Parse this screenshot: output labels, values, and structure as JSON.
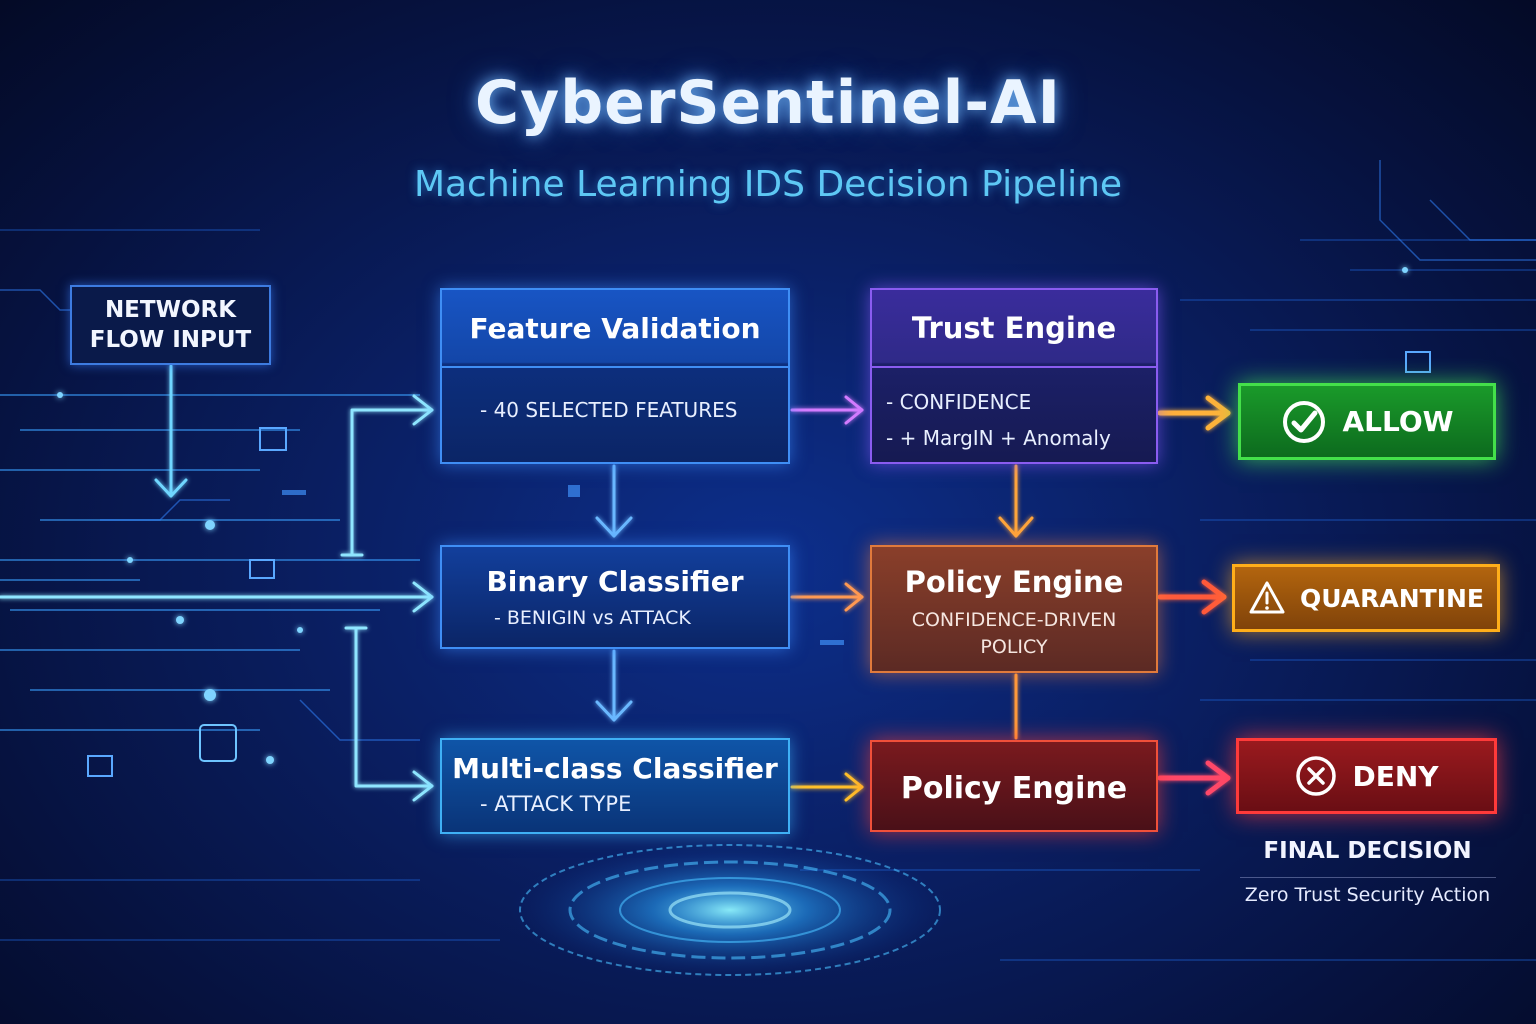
{
  "title": "CyberSentinel-AI",
  "subtitle": "Machine Learning IDS Decision Pipeline",
  "nodes": {
    "input": {
      "label": "NETWORK\nFLOW INPUT"
    },
    "feature_validation": {
      "title": "Feature Validation",
      "detail": "- 40 SELECTED FEATURES"
    },
    "binary_classifier": {
      "title": "Binary Classifier",
      "detail": "- BENIGIN vs ATTACK"
    },
    "multiclass_classifier": {
      "title": "Multi-class Classifier",
      "detail": "- ATTACK TYPE"
    },
    "trust_engine": {
      "title": "Trust Engine",
      "detail_1": "- CONFIDENCE",
      "detail_2": "- + MargIN  + Anomaly"
    },
    "policy_engine_1": {
      "title": "Policy Engine",
      "detail_1": "CONFIDENCE-DRIVEN",
      "detail_2": "POLICY"
    },
    "policy_engine_2": {
      "title": "Policy Engine"
    }
  },
  "outcomes": {
    "allow": {
      "label": "ALLOW",
      "icon": "check-circle-icon",
      "color": "#2ecc40"
    },
    "quarantine": {
      "label": "QUARANTINE",
      "icon": "warning-triangle-icon",
      "color": "#ffa500"
    },
    "deny": {
      "label": "DENY",
      "icon": "x-circle-icon",
      "color": "#ff3030"
    }
  },
  "footer": {
    "final_decision": "FINAL DECISION",
    "caption": "Zero Trust Security Action"
  },
  "colors": {
    "background": "#0a1f63",
    "accent_blue": "#3f8ef5",
    "accent_purple": "#8a5cf0",
    "accent_orange": "#e07a3c",
    "accent_red": "#f0503a"
  }
}
